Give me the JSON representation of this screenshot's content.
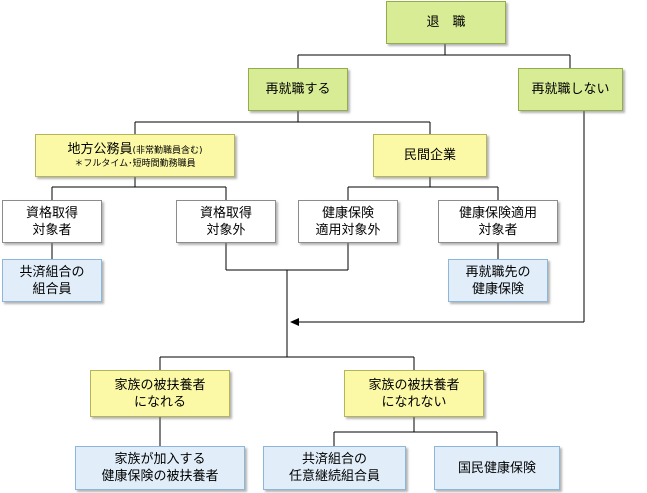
{
  "nodes": {
    "retire": {
      "lines": [
        "退　職"
      ]
    },
    "reemploy": {
      "lines": [
        "再就職する"
      ]
    },
    "no_reemploy": {
      "lines": [
        "再就職しない"
      ]
    },
    "public_servant": {
      "main": "地方公務員",
      "main_note": "(非常勤職員含む)",
      "note": "＊フルタイム･短時間勤務職員"
    },
    "private_company": {
      "lines": [
        "民間企業"
      ]
    },
    "eligible": {
      "lines": [
        "資格取得",
        "対象者"
      ]
    },
    "not_eligible": {
      "lines": [
        "資格取得",
        "対象外"
      ]
    },
    "hi_not_applicable": {
      "lines": [
        "健康保険",
        "適用対象外"
      ]
    },
    "hi_applicable": {
      "lines": [
        "健康保険適用",
        "対象者"
      ]
    },
    "mutual_aid_member": {
      "lines": [
        "共済組合の",
        "組合員"
      ]
    },
    "new_employer_hi": {
      "lines": [
        "再就職先の",
        "健康保険"
      ]
    },
    "can_be_dependent": {
      "lines": [
        "家族の被扶養者",
        "になれる"
      ]
    },
    "cannot_be_dependent": {
      "lines": [
        "家族の被扶養者",
        "になれない"
      ]
    },
    "family_dependent": {
      "lines": [
        "家族が加入する",
        "健康保険の被扶養者"
      ]
    },
    "voluntary_continuation": {
      "lines": [
        "共済組合の",
        "任意継続組合員"
      ]
    },
    "national_hi": {
      "lines": [
        "国民健康保険"
      ]
    }
  }
}
